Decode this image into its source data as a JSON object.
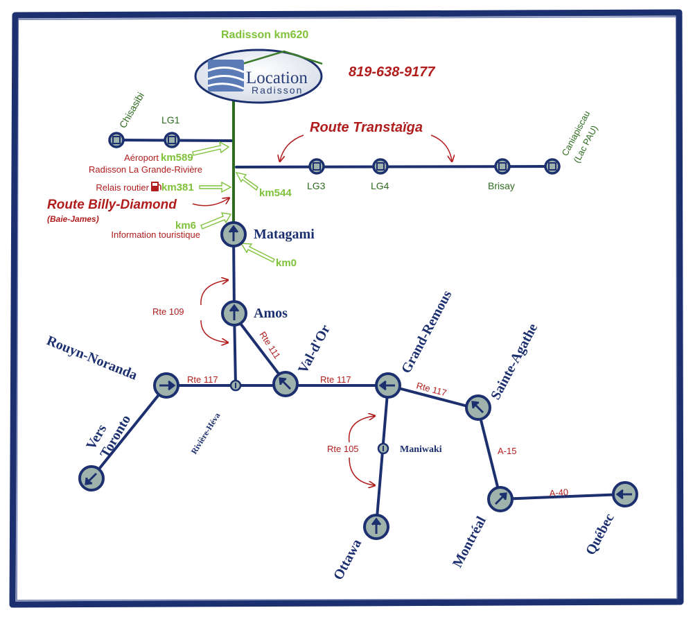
{
  "logo": {
    "line1": "Location",
    "line2": "Radisson"
  },
  "header": {
    "radisson_km": "Radisson  km620",
    "phone": "819-638-9177"
  },
  "routes": {
    "transtaiga": "Route Transtaïga",
    "billy_diamond": "Route Billy-Diamond",
    "billy_diamond_sub": "(Baie-James)",
    "rte109": "Rte 109",
    "rte111": "Rte 111",
    "rte117_a": "Rte 117",
    "rte117_b": "Rte 117",
    "rte117_c": "Rte 117",
    "rte105": "Rte 105",
    "a15": "A-15",
    "a40": "A-40"
  },
  "north_stops": {
    "chisasibi": "Chisasibi",
    "lg1": "LG1",
    "lg3": "LG3",
    "lg4": "LG4",
    "brisay": "Brisay",
    "caniapiscau_1": "Caniapiscau",
    "caniapiscau_2": "(Lac PAU)"
  },
  "km_markers": {
    "km589": "km589",
    "km381": "km381",
    "km544": "km544",
    "km6": "km6",
    "km0": "km0"
  },
  "km_labels": {
    "aeroport": "Aéroport",
    "radisson_lgr": "Radisson La Grande-Rivière",
    "relais": "Relais routier",
    "info": "Information touristique"
  },
  "cities": {
    "matagami": "Matagami",
    "amos": "Amos",
    "rouyn": "Rouyn-Noranda",
    "riviere_heva": "Rivière-Héva",
    "val_dor": "Val-d'Or",
    "grand_remous": "Grand-Remous",
    "sainte_agathe": "Sainte-Agathe",
    "maniwaki": "Maniwaki",
    "vers": "Vers",
    "toronto": "Toronto",
    "ottawa": "Ottawa",
    "montreal": "Montréal",
    "quebec": "Québec"
  },
  "colors": {
    "road": "#1c2f6e",
    "node_fill": "#9fb3ac",
    "road_green": "#2e6b1f",
    "km_green": "#7fc23a",
    "route_red": "#b11d1d"
  }
}
